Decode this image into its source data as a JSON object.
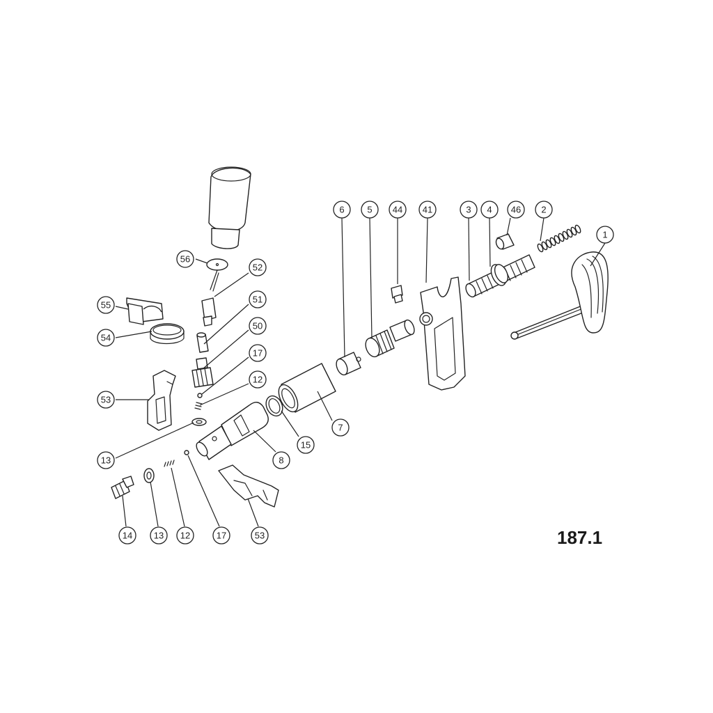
{
  "figure_number": "187.1",
  "callouts": [
    {
      "label": "1"
    },
    {
      "label": "2"
    },
    {
      "label": "46"
    },
    {
      "label": "4"
    },
    {
      "label": "3"
    },
    {
      "label": "41"
    },
    {
      "label": "44"
    },
    {
      "label": "5"
    },
    {
      "label": "6"
    },
    {
      "label": "7"
    },
    {
      "label": "15"
    },
    {
      "label": "8"
    },
    {
      "label": "56"
    },
    {
      "label": "52"
    },
    {
      "label": "51"
    },
    {
      "label": "50"
    },
    {
      "label": "17"
    },
    {
      "label": "12"
    },
    {
      "label": "55"
    },
    {
      "label": "54"
    },
    {
      "label": "53"
    },
    {
      "label": "13"
    },
    {
      "label": "14"
    },
    {
      "label": "13"
    },
    {
      "label": "12"
    },
    {
      "label": "17"
    },
    {
      "label": "53"
    }
  ]
}
